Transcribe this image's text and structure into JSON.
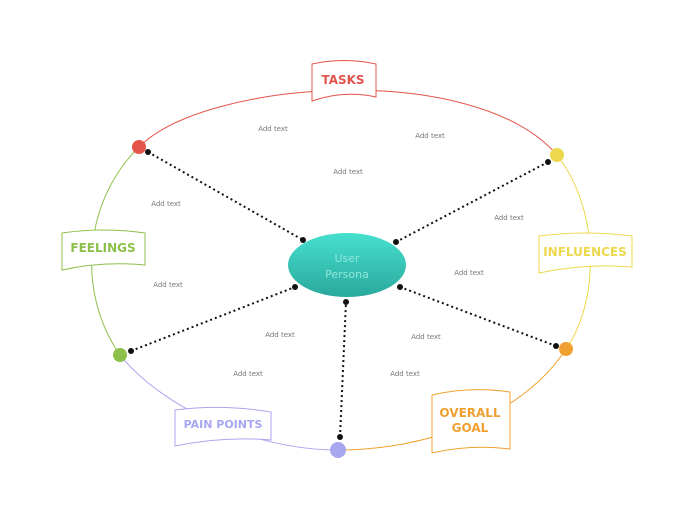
{
  "center": {
    "line1": "User",
    "line2": "Persona"
  },
  "topics": {
    "tasks": "TASKS",
    "influences": "INFLUENCES",
    "overall_goal_line1": "OVERALL",
    "overall_goal_line2": "GOAL",
    "pain_points": "PAIN POINTS",
    "feelings": "FEELINGS"
  },
  "placeholder": "Add text",
  "colors": {
    "tasks": "#e5544b",
    "influences": "#ecd84a",
    "overall_goal": "#f0a030",
    "pain_points": "#a9a6f0",
    "feelings": "#8dc04a",
    "center": "#3fcfbf"
  }
}
